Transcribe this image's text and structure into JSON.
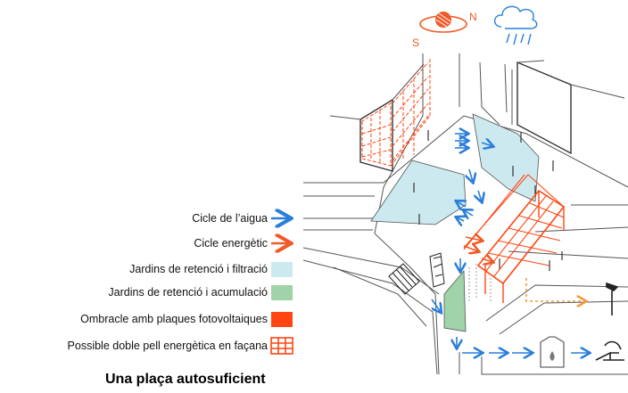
{
  "compass": {
    "north": "N",
    "south": "S"
  },
  "legend": [
    {
      "label": "Cicle de l’aigua",
      "symbol": "arrow",
      "color": "#2a7fd9"
    },
    {
      "label": "Cicle energètic",
      "symbol": "arrow",
      "color": "#f05a28"
    },
    {
      "label": "Jardins de retenció i filtració",
      "symbol": "fill",
      "color": "#cde9f0"
    },
    {
      "label": "Jardins de retenció i acumulació",
      "symbol": "fill",
      "color": "#9fd3a8"
    },
    {
      "label": "Ombracle amb plaques fotovoltaiques",
      "symbol": "fill",
      "color": "#ff4612"
    },
    {
      "label": "Possible doble pell energètica en façana",
      "symbol": "grid",
      "color": "#ff4612"
    }
  ],
  "title": "Una plaça autosuficient",
  "colors": {
    "line": "#444444",
    "water": "#2a7fd9",
    "energy": "#f05a28",
    "dashed_energy": "#f29a3a"
  }
}
